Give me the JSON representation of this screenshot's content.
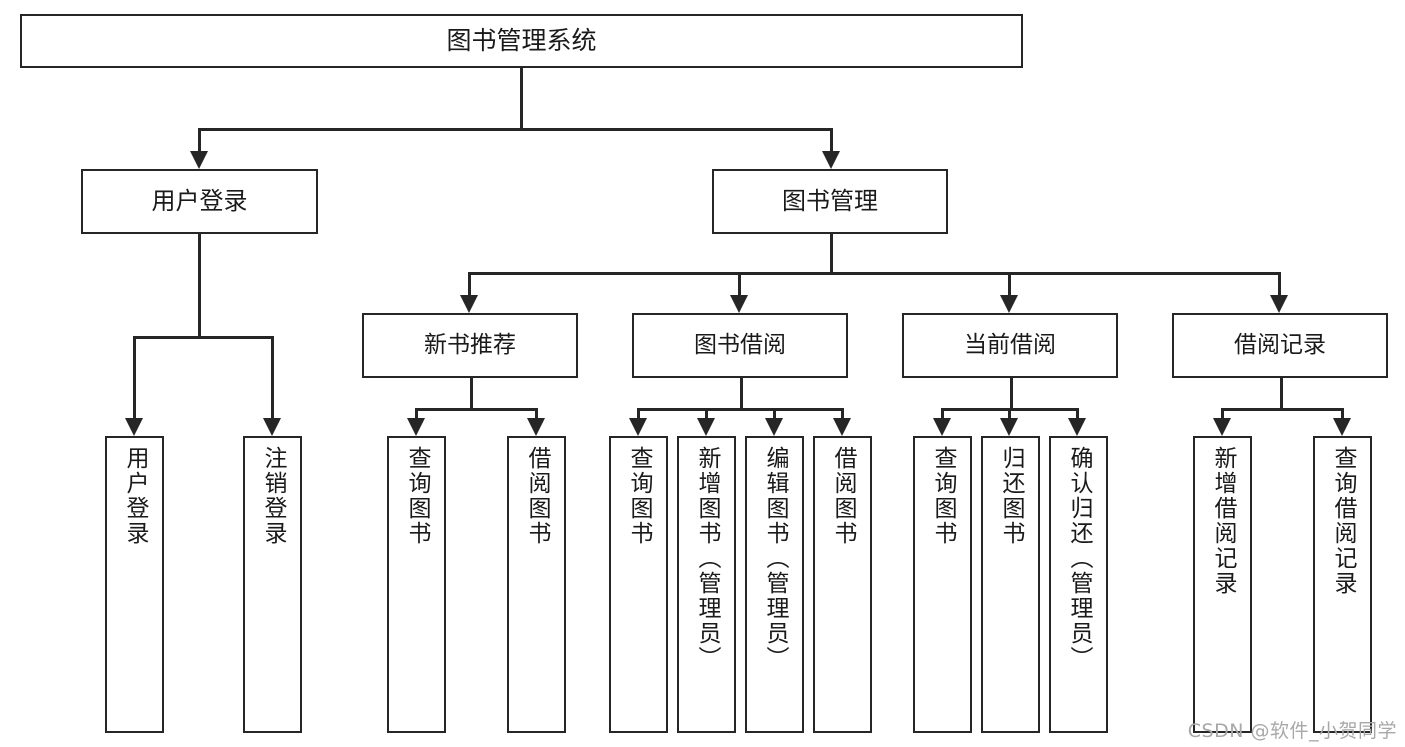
{
  "diagram": {
    "title": "图书管理系统",
    "type": "hierarchy-tree",
    "root": {
      "label": "图书管理系统"
    },
    "level2": [
      {
        "label": "用户登录"
      },
      {
        "label": "图书管理"
      }
    ],
    "level3": [
      {
        "label": "新书推荐"
      },
      {
        "label": "图书借阅"
      },
      {
        "label": "当前借阅"
      },
      {
        "label": "借阅记录"
      }
    ],
    "leaves": {
      "user_login": [
        {
          "label": "用户登录"
        },
        {
          "label": "注销登录"
        }
      ],
      "new_book_recommend": [
        {
          "label": "查询图书"
        },
        {
          "label": "借阅图书"
        }
      ],
      "book_borrow": [
        {
          "label": "查询图书"
        },
        {
          "label": "新增图书（管理员）"
        },
        {
          "label": "编辑图书（管理员）"
        },
        {
          "label": "借阅图书"
        }
      ],
      "current_borrow": [
        {
          "label": "查询图书"
        },
        {
          "label": "归还图书"
        },
        {
          "label": "确认归还（管理员）"
        }
      ],
      "borrow_record": [
        {
          "label": "新增借阅记录"
        },
        {
          "label": "查询借阅记录"
        }
      ]
    }
  },
  "watermark": {
    "text": "CSDN @软件_小贺同学"
  },
  "colors": {
    "stroke": "#262626",
    "text": "#1a1a1a",
    "background": "#ffffff",
    "watermark": "#a8a8a8"
  }
}
